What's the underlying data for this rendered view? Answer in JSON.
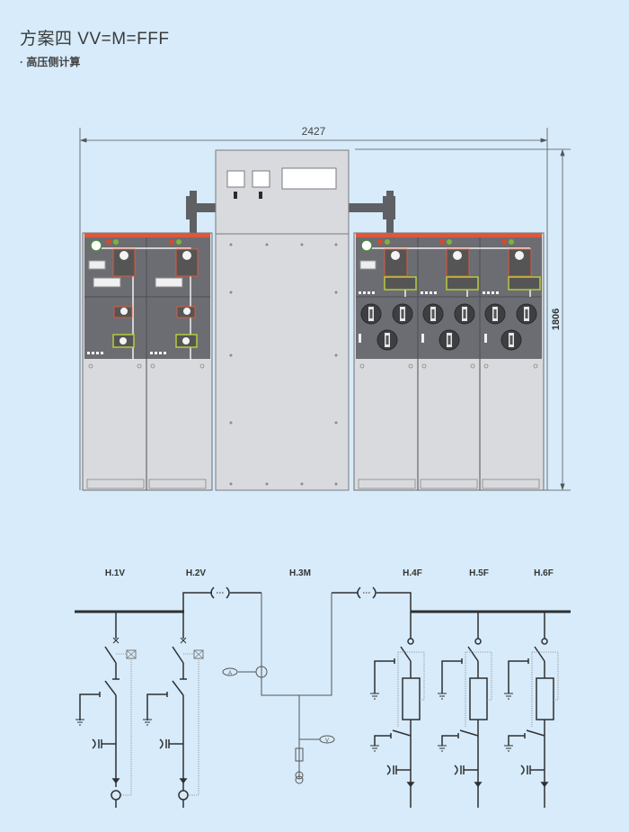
{
  "header": {
    "title": "方案四  VV=M=FFF",
    "subtitle": "· 高压侧计算"
  },
  "front_view": {
    "width_dimension": "2427",
    "height_dimension": "1806",
    "left_unit": {
      "panels": 2,
      "type": "V"
    },
    "metering_cabinet": {
      "type": "M",
      "meter_windows": 2,
      "display_window": 1
    },
    "right_unit": {
      "panels": 3,
      "type": "F"
    }
  },
  "single_line": {
    "units": [
      {
        "id": "H.1V",
        "type": "vacuum-circuit-breaker"
      },
      {
        "id": "H.2V",
        "type": "vacuum-circuit-breaker"
      },
      {
        "id": "H.3M",
        "type": "metering"
      },
      {
        "id": "H.4F",
        "type": "fuse-switch"
      },
      {
        "id": "H.5F",
        "type": "fuse-switch"
      },
      {
        "id": "H.6F",
        "type": "fuse-switch"
      }
    ],
    "ammeter_label": "A",
    "voltmeter_label": "V",
    "cable_link_label": "····"
  },
  "colors": {
    "background": "#d7ebfa",
    "panel_dark": "#6b6d72",
    "panel_light": "#d9dadd",
    "accent_red": "#e0563a",
    "accent_green": "#b8c93c",
    "line": "#2f3033"
  }
}
